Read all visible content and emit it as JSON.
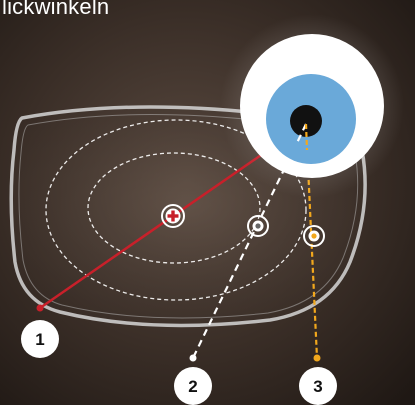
{
  "title": "lickwinkeln",
  "markers": [
    {
      "label": "1",
      "color": "#c8202a"
    },
    {
      "label": "2",
      "color": "#ffffff"
    },
    {
      "label": "3",
      "color": "#f2a81d"
    }
  ],
  "colors": {
    "background": "#2a211c",
    "eye_white": "#ffffff",
    "iris": "#6aa9d9",
    "pupil": "#111111",
    "lens_frame": "#cfcfcf",
    "zone_lines": "#ffffff"
  }
}
